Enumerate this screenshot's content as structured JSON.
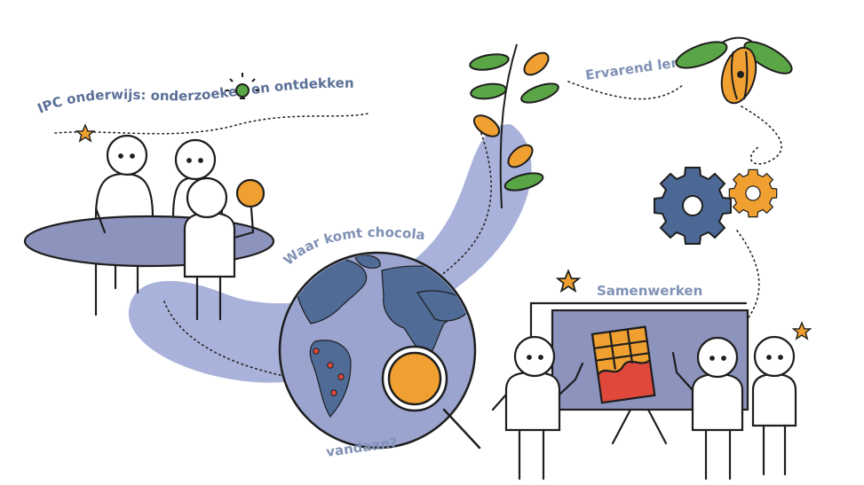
{
  "labels": {
    "title": "IPC onderwijs: onderzoeken en ontdekken",
    "experiential": "Ervarend leren",
    "question_top": "Waar komt chocola",
    "question_bottom": "vandaan?",
    "collaboration": "Samenwerken"
  },
  "icons": [
    "lightbulb-icon",
    "star-icon",
    "cocoa-plant-icon",
    "cocoa-pod-icon",
    "gear-icon",
    "globe-icon",
    "magnifier-icon",
    "chocolate-bar-icon"
  ],
  "colors": {
    "swoosh": "#a9b2da",
    "table": "#8c93bd",
    "globe_ocean": "#9aa4cf",
    "globe_land": "#4f6b96",
    "orange": "#f0a030",
    "green": "#5aa646",
    "board": "#8c93bd",
    "chocolate_wrapper": "#e0483b",
    "gear_blue": "#4c6996",
    "line": "#1e1e1e"
  }
}
